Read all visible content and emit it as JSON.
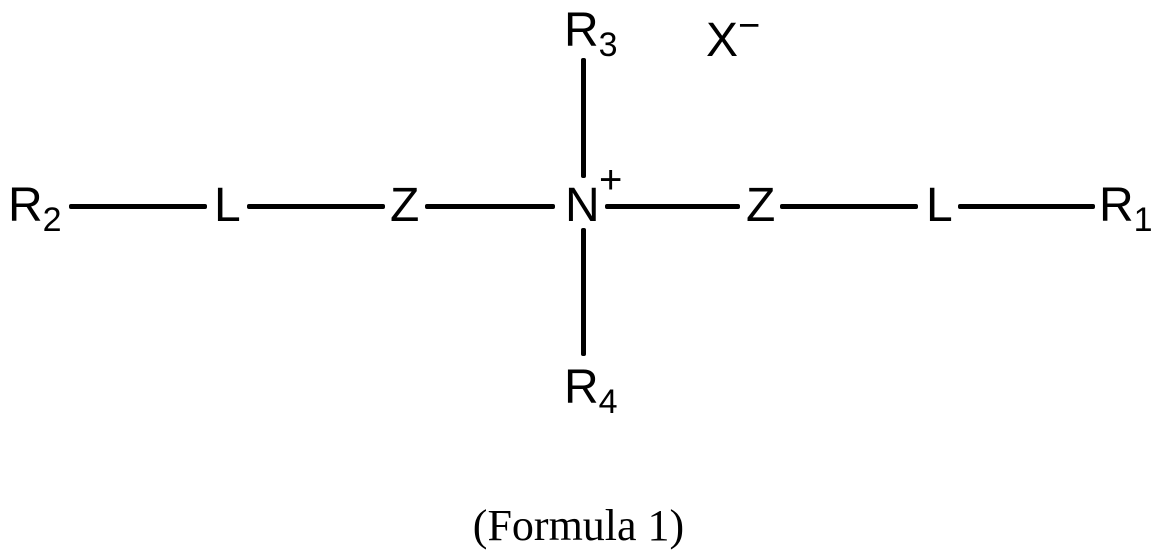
{
  "diagram": {
    "type": "chemical-structure",
    "center": {
      "symbol": "N",
      "charge": "+"
    },
    "counter_ion": {
      "symbol": "X",
      "charge": "−"
    },
    "top_substituent": {
      "symbol": "R",
      "subscript": "3"
    },
    "bottom_substituent": {
      "symbol": "R",
      "subscript": "4"
    },
    "left_chain": [
      {
        "symbol": "R",
        "subscript": "2"
      },
      {
        "symbol": "L"
      },
      {
        "symbol": "Z"
      }
    ],
    "right_chain": [
      {
        "symbol": "Z"
      },
      {
        "symbol": "L"
      },
      {
        "symbol": "R",
        "subscript": "1"
      }
    ],
    "bonds": [
      "R2-L",
      "L-Z",
      "Z-N",
      "N-Z",
      "Z-L",
      "L-R1",
      "N-R3",
      "N-R4"
    ]
  },
  "caption": "(Formula 1)"
}
